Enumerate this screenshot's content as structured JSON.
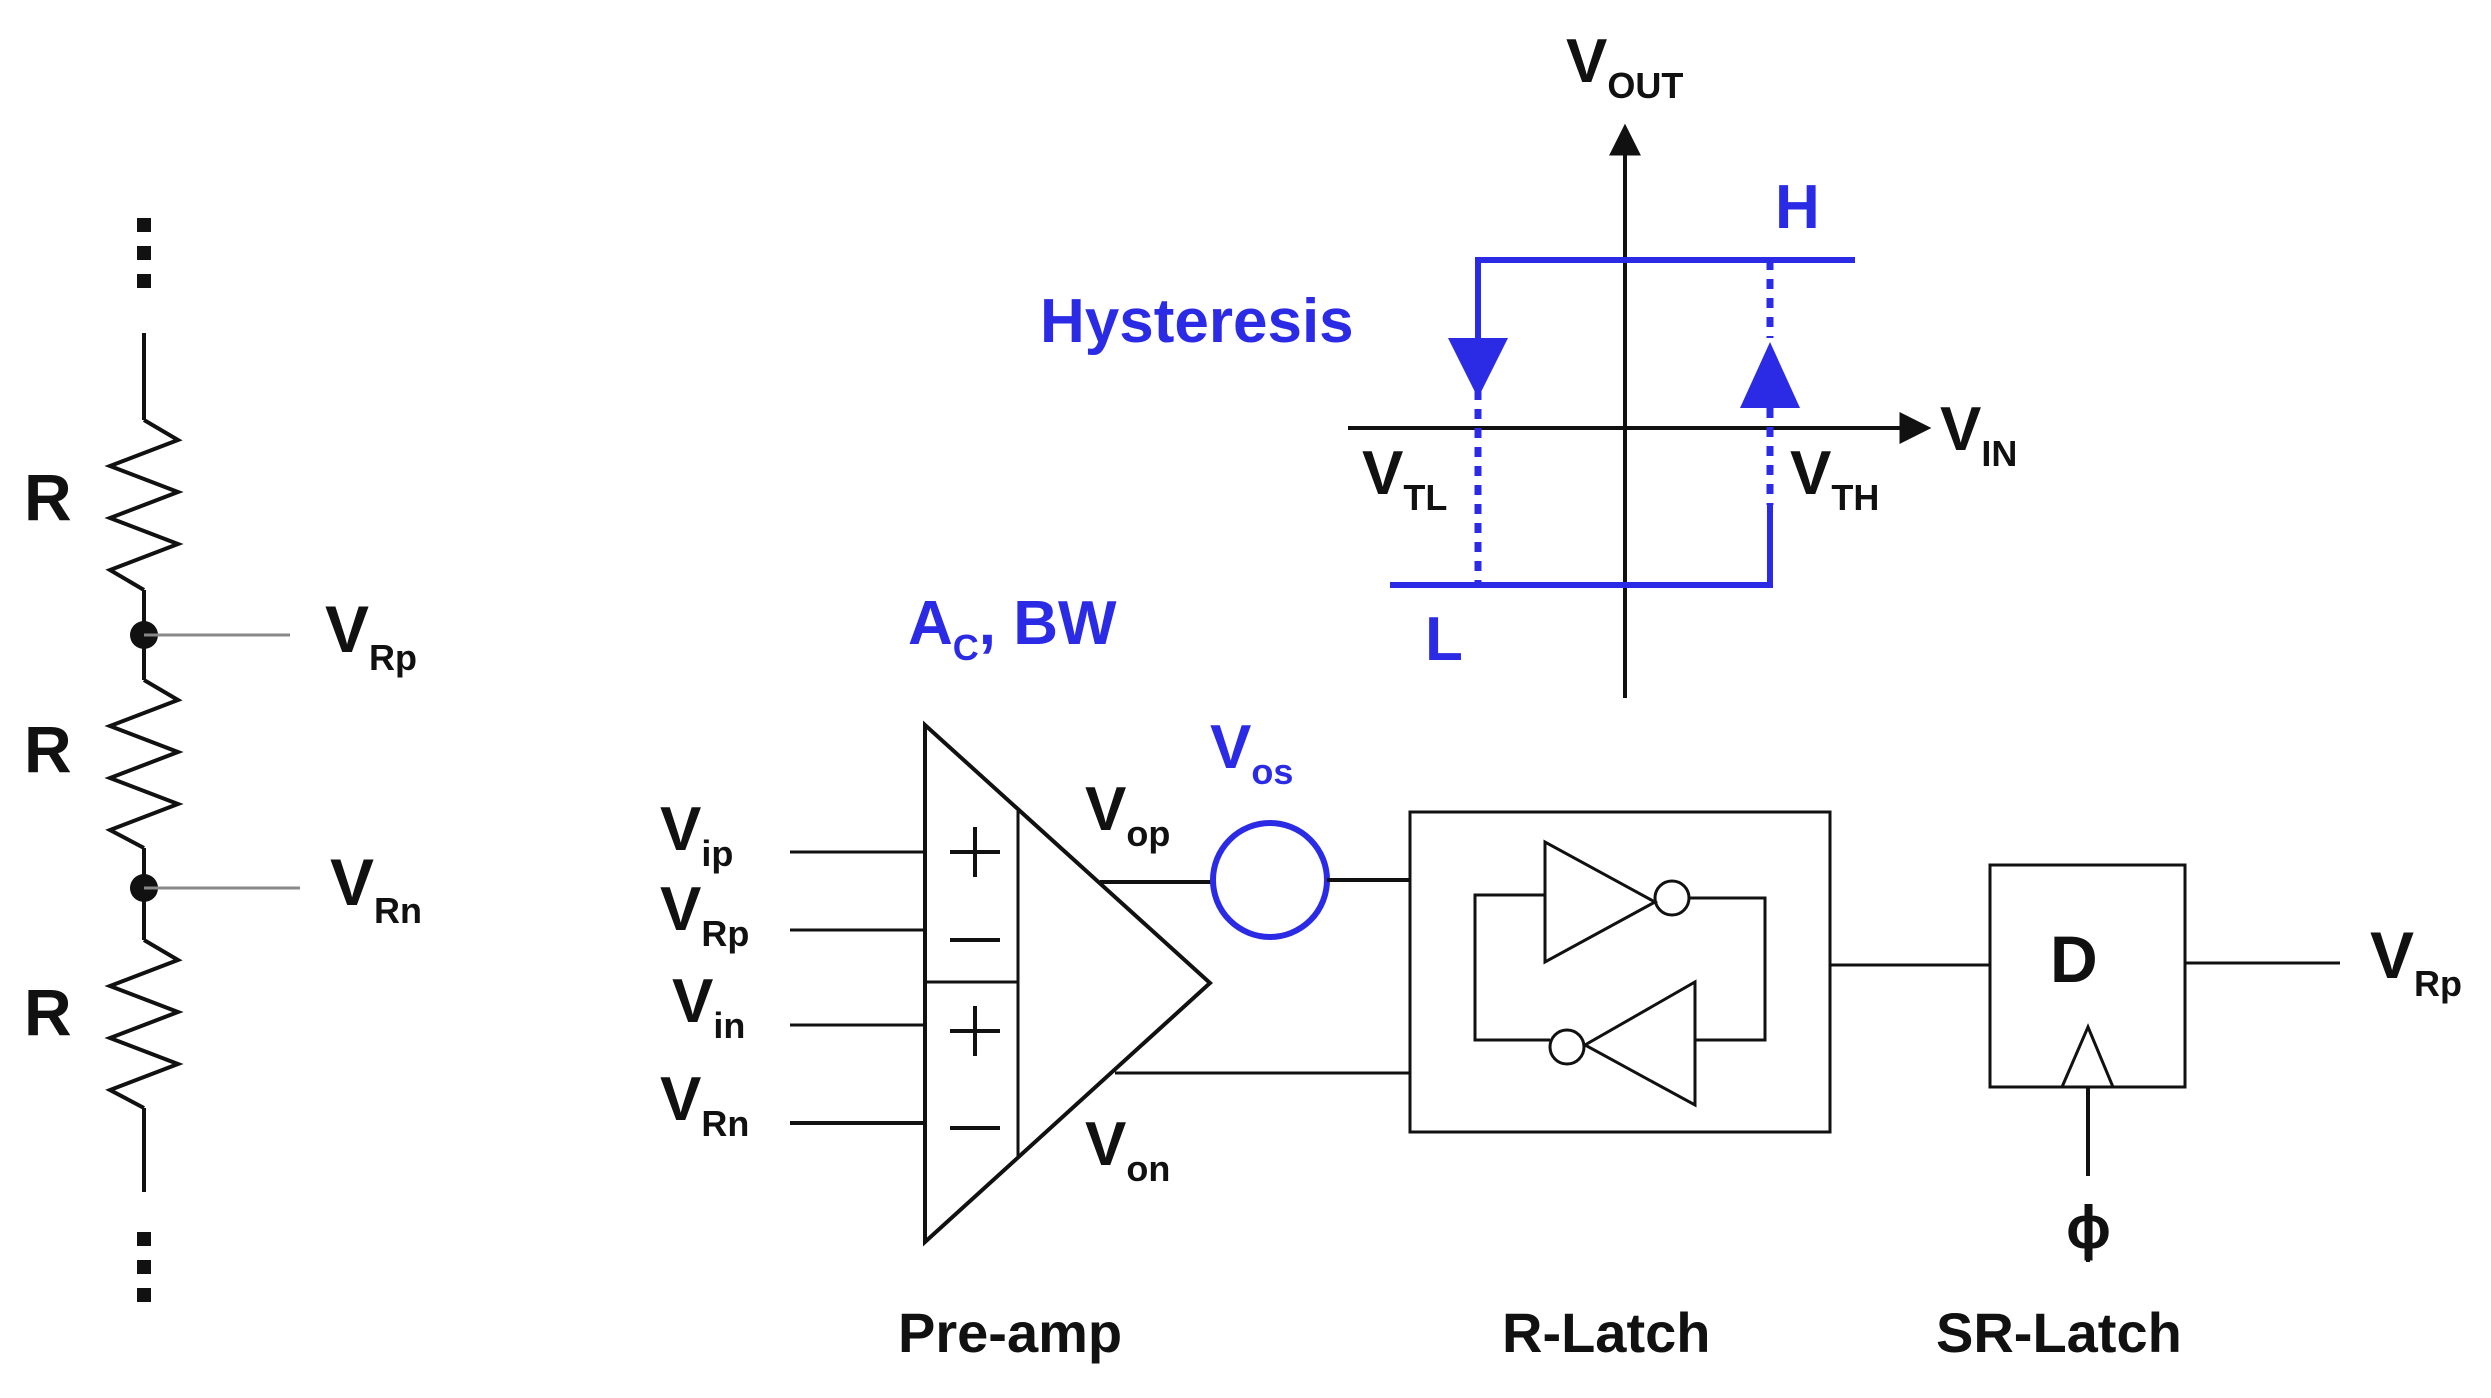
{
  "colors": {
    "ink": "#111111",
    "accent": "#2b2be6"
  },
  "ladder": {
    "resistor_label": "R",
    "taps": [
      {
        "main": "V",
        "sub": "Rp"
      },
      {
        "main": "V",
        "sub": "Rn"
      }
    ]
  },
  "hysteresis": {
    "title": "Hysteresis",
    "axis_y": {
      "main": "V",
      "sub": "OUT"
    },
    "axis_x": {
      "main": "V",
      "sub": "IN"
    },
    "thr_low": {
      "main": "V",
      "sub": "TL"
    },
    "thr_high": {
      "main": "V",
      "sub": "TH"
    },
    "level_high": "H",
    "level_low": "L"
  },
  "preamp": {
    "params": {
      "main": "A",
      "sub": "C",
      "rest": ", BW"
    },
    "inputs": [
      {
        "main": "V",
        "sub": "ip"
      },
      {
        "main": "V",
        "sub": "Rp"
      },
      {
        "main": "V",
        "sub": "in"
      },
      {
        "main": "V",
        "sub": "Rn"
      }
    ],
    "out_p": {
      "main": "V",
      "sub": "op"
    },
    "out_n": {
      "main": "V",
      "sub": "on"
    },
    "label": "Pre-amp"
  },
  "offset": {
    "main": "V",
    "sub": "os"
  },
  "rlatch": {
    "label": "R-Latch"
  },
  "srlatch": {
    "label": "SR-Latch",
    "d_label": "D",
    "clock": "ϕ",
    "output": {
      "main": "V",
      "sub": "Rp"
    }
  }
}
